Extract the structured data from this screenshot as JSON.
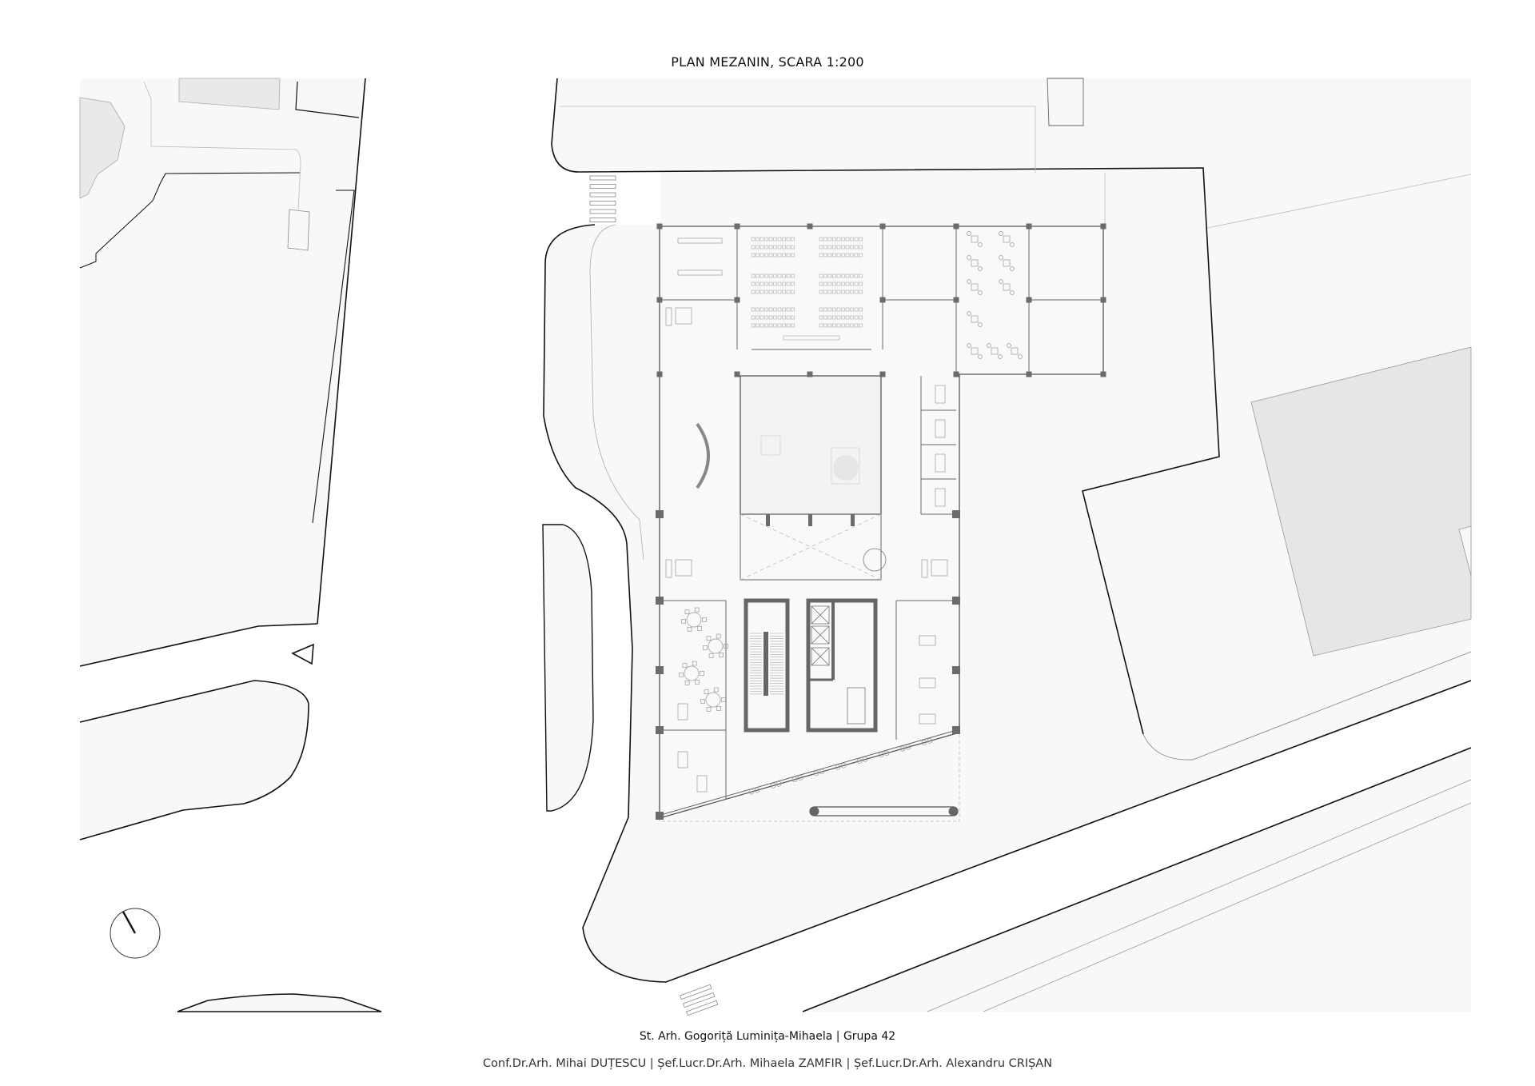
{
  "sheet": {
    "title": "PLAN MEZANIN, SCARA 1:200",
    "student": "St. Arh. Gogoriță Luminița-Mihaela | Grupa 42",
    "tutors": "Conf.Dr.Arh. Mihai DUȚESCU | Șef.Lucr.Dr.Arh. Mihaela ZAMFIR | Șef.Lucr.Dr.Arh. Alexandru CRIȘAN"
  },
  "colors": {
    "ground": "#f7f8f9",
    "road": "#ffffff",
    "neighbour_building": "#e6e6e6",
    "wall": "#555555",
    "column": "#6b6b6b"
  },
  "icons": [
    "north-arrow-icon",
    "entrance-arrow-icon"
  ]
}
